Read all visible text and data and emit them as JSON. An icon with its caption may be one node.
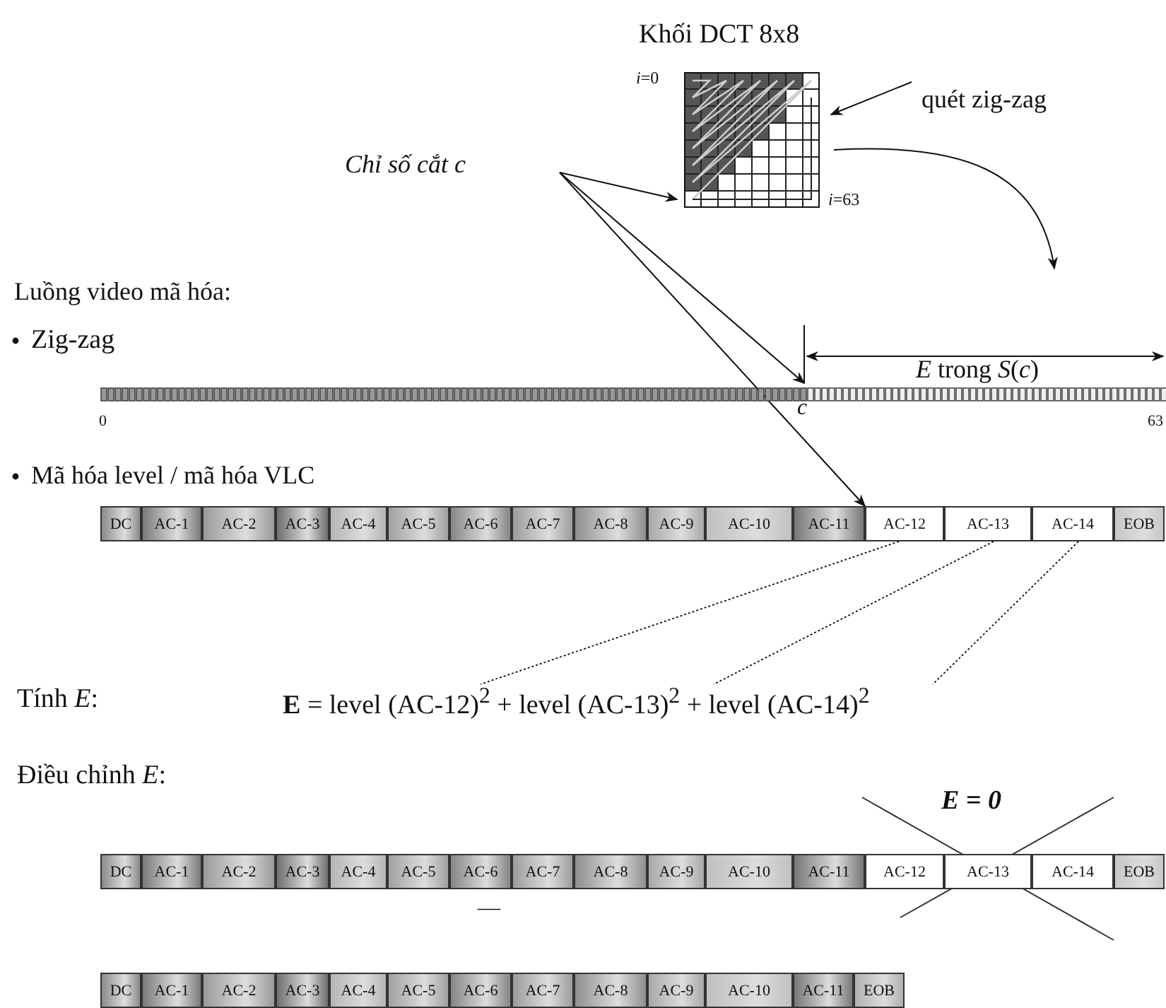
{
  "diagram": {
    "nodes": [
      {
        "text": [
          "Khối DCT 8x8"
        ],
        "beside": [
          "*i*=0",
          "*i*=63"
        ]
      },
      {
        "text": [
          "quét zig-zag"
        ]
      },
      {
        "text": [
          "Chỉ số cắt c"
        ]
      },
      {
        "text": [],
        "shape": "bar"
      },
      {
        "text": [
          "DC"
        ]
      },
      {
        "text": [
          "AC-1"
        ]
      },
      {
        "text": [
          "AC-2"
        ]
      },
      {
        "text": [
          "AC-3"
        ]
      },
      {
        "text": [
          "AC-4"
        ]
      },
      {
        "text": [
          "AC-5"
        ]
      },
      {
        "text": [
          "AC-6"
        ]
      },
      {
        "text": [
          "AC-7"
        ]
      },
      {
        "text": [
          "AC-8"
        ]
      },
      {
        "text": [
          "AC-9"
        ]
      },
      {
        "text": [
          "AC-10"
        ]
      },
      {
        "text": [
          "AC-11"
        ]
      },
      {
        "text": [
          "AC-12"
        ]
      },
      {
        "text": [
          "AC-13"
        ]
      },
      {
        "text": [
          "AC-14"
        ]
      },
      {
        "text": [
          "EOB"
        ]
      },
      {
        "text": [
          "**E** = level (AC-12)$^{2}$ + level (AC-13)$^{2}$ + level (AC-14)$^{2}$"
        ]
      },
      {
        "text": [
          "DC"
        ]
      },
      {
        "text": [
          "AC-1"
        ]
      },
      {
        "text": [
          "AC-2"
        ]
      },
      {
        "text": [
          "AC-3"
        ]
      },
      {
        "text": [
          "AC-4"
        ]
      },
      {
        "text": [
          "AC-5"
        ]
      },
      {
        "text": [
          "AC-6"
        ]
      },
      {
        "text": [
          "AC-7"
        ]
      },
      {
        "text": [
          "AC-8"
        ]
      },
      {
        "text": [
          "AC-9"
        ]
      },
      {
        "text": [
          "AC-10"
        ]
      },
      {
        "text": [
          "AC-11"
        ]
      },
      {
        "text": [
          "AC-12"
        ]
      },
      {
        "text": [
          "AC-13"
        ]
      },
      {
        "text": [
          "AC-14"
        ]
      },
      {
        "text": [
          "EOB"
        ]
      },
      {
        "text": [
          "DC"
        ]
      },
      {
        "text": [
          "AC-1"
        ]
      },
      {
        "text": [
          "AC-2"
        ]
      },
      {
        "text": [
          "AC-3"
        ]
      },
      {
        "text": [
          "AC-4"
        ]
      },
      {
        "text": [
          "AC-5"
        ]
      },
      {
        "text": [
          "AC-6"
        ]
      },
      {
        "text": [
          "AC-7"
        ]
      },
      {
        "text": [
          "AC-8"
        ]
      },
      {
        "text": [
          "AC-9"
        ]
      },
      {
        "text": [
          "AC-10"
        ]
      },
      {
        "text": [
          "AC-11"
        ]
      },
      {
        "text": [
          "EOB"
        ]
      }
    ],
    "edges": [
      {
        "from": 1,
        "to": 0,
        "arrow": "to"
      },
      {
        "from": 2,
        "to": 0,
        "arrow": "to"
      },
      {
        "from": 2,
        "to": 3,
        "arrow": "to"
      },
      {
        "from": 2,
        "to": 16,
        "arrow": "to"
      },
      {
        "from": 0,
        "to": null,
        "arrow": "to"
      },
      {
        "from": 16,
        "to": 20,
        "arrow": "none",
        "style": "dashed"
      },
      {
        "from": 17,
        "to": 20,
        "arrow": "none",
        "style": "dashed"
      },
      {
        "from": 18,
        "to": 20,
        "arrow": "none",
        "style": "dashed"
      }
    ],
    "labels": [
      "Luồng video mã hóa:",
      "Zig-zag",
      "*E* trong *S*(*c*)",
      "c",
      "0",
      "63",
      "Mã hóa level / mã hóa VLC",
      "Tính *E*:",
      "Điều chỉnh *E*:",
      "E = 0",
      "—"
    ]
  }
}
